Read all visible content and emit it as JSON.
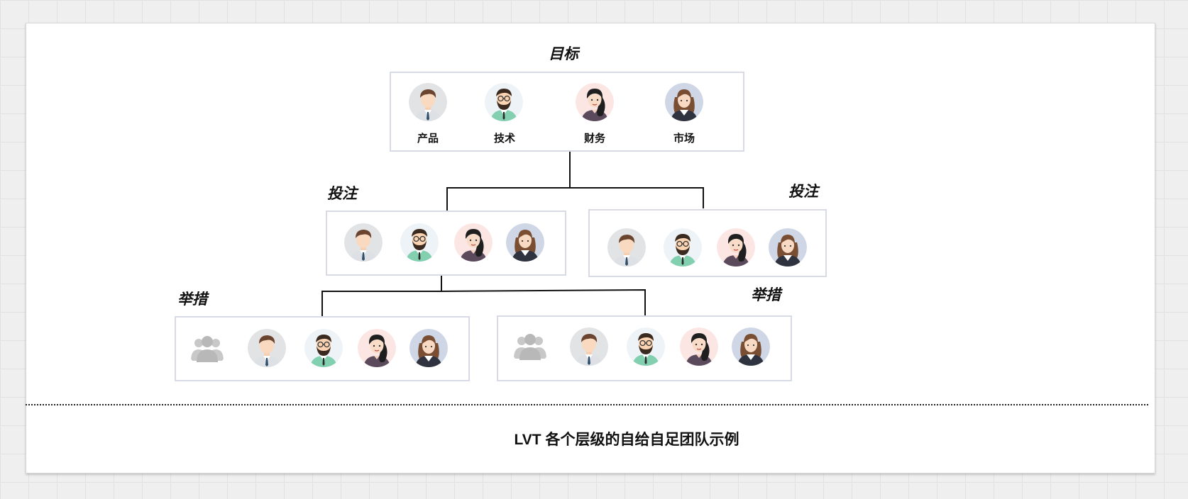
{
  "levels": {
    "goal": "目标",
    "bet_left": "投注",
    "bet_right": "投注",
    "action_left": "举措",
    "action_right": "举措"
  },
  "roles": [
    "产品",
    "技术",
    "财务",
    "市场"
  ],
  "caption": "LVT 各个层级的自给自足团队示例",
  "icons": {
    "product": "male-product-avatar-icon",
    "tech": "bearded-tech-avatar-icon",
    "finance": "female-finance-avatar-icon",
    "market": "female-market-avatar-icon",
    "team": "team-group-icon"
  },
  "colors": {
    "box_border": "#d8dbe5",
    "connector": "#111111",
    "product_bg": "#e2e3e5",
    "tech_bg": "#eef3f7",
    "finance_bg": "#fbe6e4",
    "market_bg": "#cfd7e6"
  }
}
